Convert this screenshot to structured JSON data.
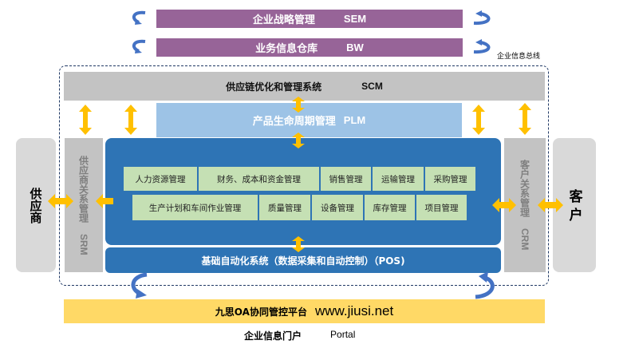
{
  "layers": {
    "sem": {
      "cn": "企业战略管理",
      "en": "SEM"
    },
    "bw": {
      "cn": "业务信息仓库",
      "en": "BW"
    },
    "bus_label": "企业信息总线",
    "scm": {
      "cn": "供应链优化和管理系统",
      "en": "SCM"
    },
    "plm": {
      "cn": "产品生命周期管理",
      "en": "PLM"
    },
    "srm": {
      "cn": "供应商关系管理",
      "en": "SRM"
    },
    "crm": {
      "cn": "客户关系管理",
      "en": "CRM"
    },
    "pos": {
      "cn": "基础自动化系统（数据采集和自动控制）（POS)"
    },
    "oa": {
      "cn": "九思OA协同管控平台",
      "url": "www.jiusi.net"
    },
    "portal": {
      "cn": "企业信息门户",
      "en": "Portal"
    }
  },
  "sides": {
    "supplier": "供应商",
    "customer": "客 户"
  },
  "modules_row1": [
    "人力资源管理",
    "财务、成本和资金管理",
    "销售管理",
    "运输管理",
    "采购管理"
  ],
  "modules_row2": [
    "生产计划和车间作业管理",
    "质量管理",
    "设备管理",
    "库存管理",
    "项目管理"
  ],
  "colors": {
    "purple": "#976498",
    "grey": "#c3c3c3",
    "light_blue": "#9dc3e6",
    "blue": "#2e74b5",
    "green": "#c5e0b4",
    "yellow": "#ffd966",
    "arrow_orange": "#ffc000",
    "curve_arrow": "#4472c4"
  }
}
